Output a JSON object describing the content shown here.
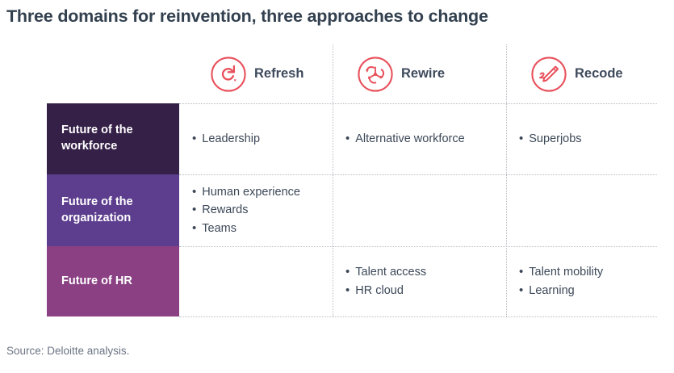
{
  "title": "Three domains for reinvention, three approaches to change",
  "source_note": "Source: Deloitte analysis.",
  "colors": {
    "accent_red": "#e8505b",
    "text_dark": "#3c4858",
    "title": "#32404f",
    "source_text": "#6a7483",
    "rule": "#b9bcc2",
    "row_workforce": "#352048",
    "row_organization": "#5d3e8e",
    "row_hr": "#8a4083"
  },
  "columns": [
    {
      "label": "Refresh",
      "icon": "refresh-circular-arrow-icon"
    },
    {
      "label": "Rewire",
      "icon": "rewire-triradial-arrows-icon"
    },
    {
      "label": "Recode",
      "icon": "recode-pencil-icon"
    }
  ],
  "rows": [
    {
      "label": "Future of the workforce",
      "color": "#352048",
      "cells": [
        [
          "Leadership"
        ],
        [
          "Alternative workforce"
        ],
        [
          "Superjobs"
        ]
      ]
    },
    {
      "label": "Future of the organization",
      "color": "#5d3e8e",
      "cells": [
        [
          "Human experience",
          "Rewards",
          "Teams"
        ],
        [],
        []
      ]
    },
    {
      "label": "Future of HR",
      "color": "#8a4083",
      "cells": [
        [],
        [
          "Talent access",
          "HR cloud"
        ],
        [
          "Talent mobility",
          "Learning"
        ]
      ]
    }
  ],
  "bullet_glyph": "•"
}
